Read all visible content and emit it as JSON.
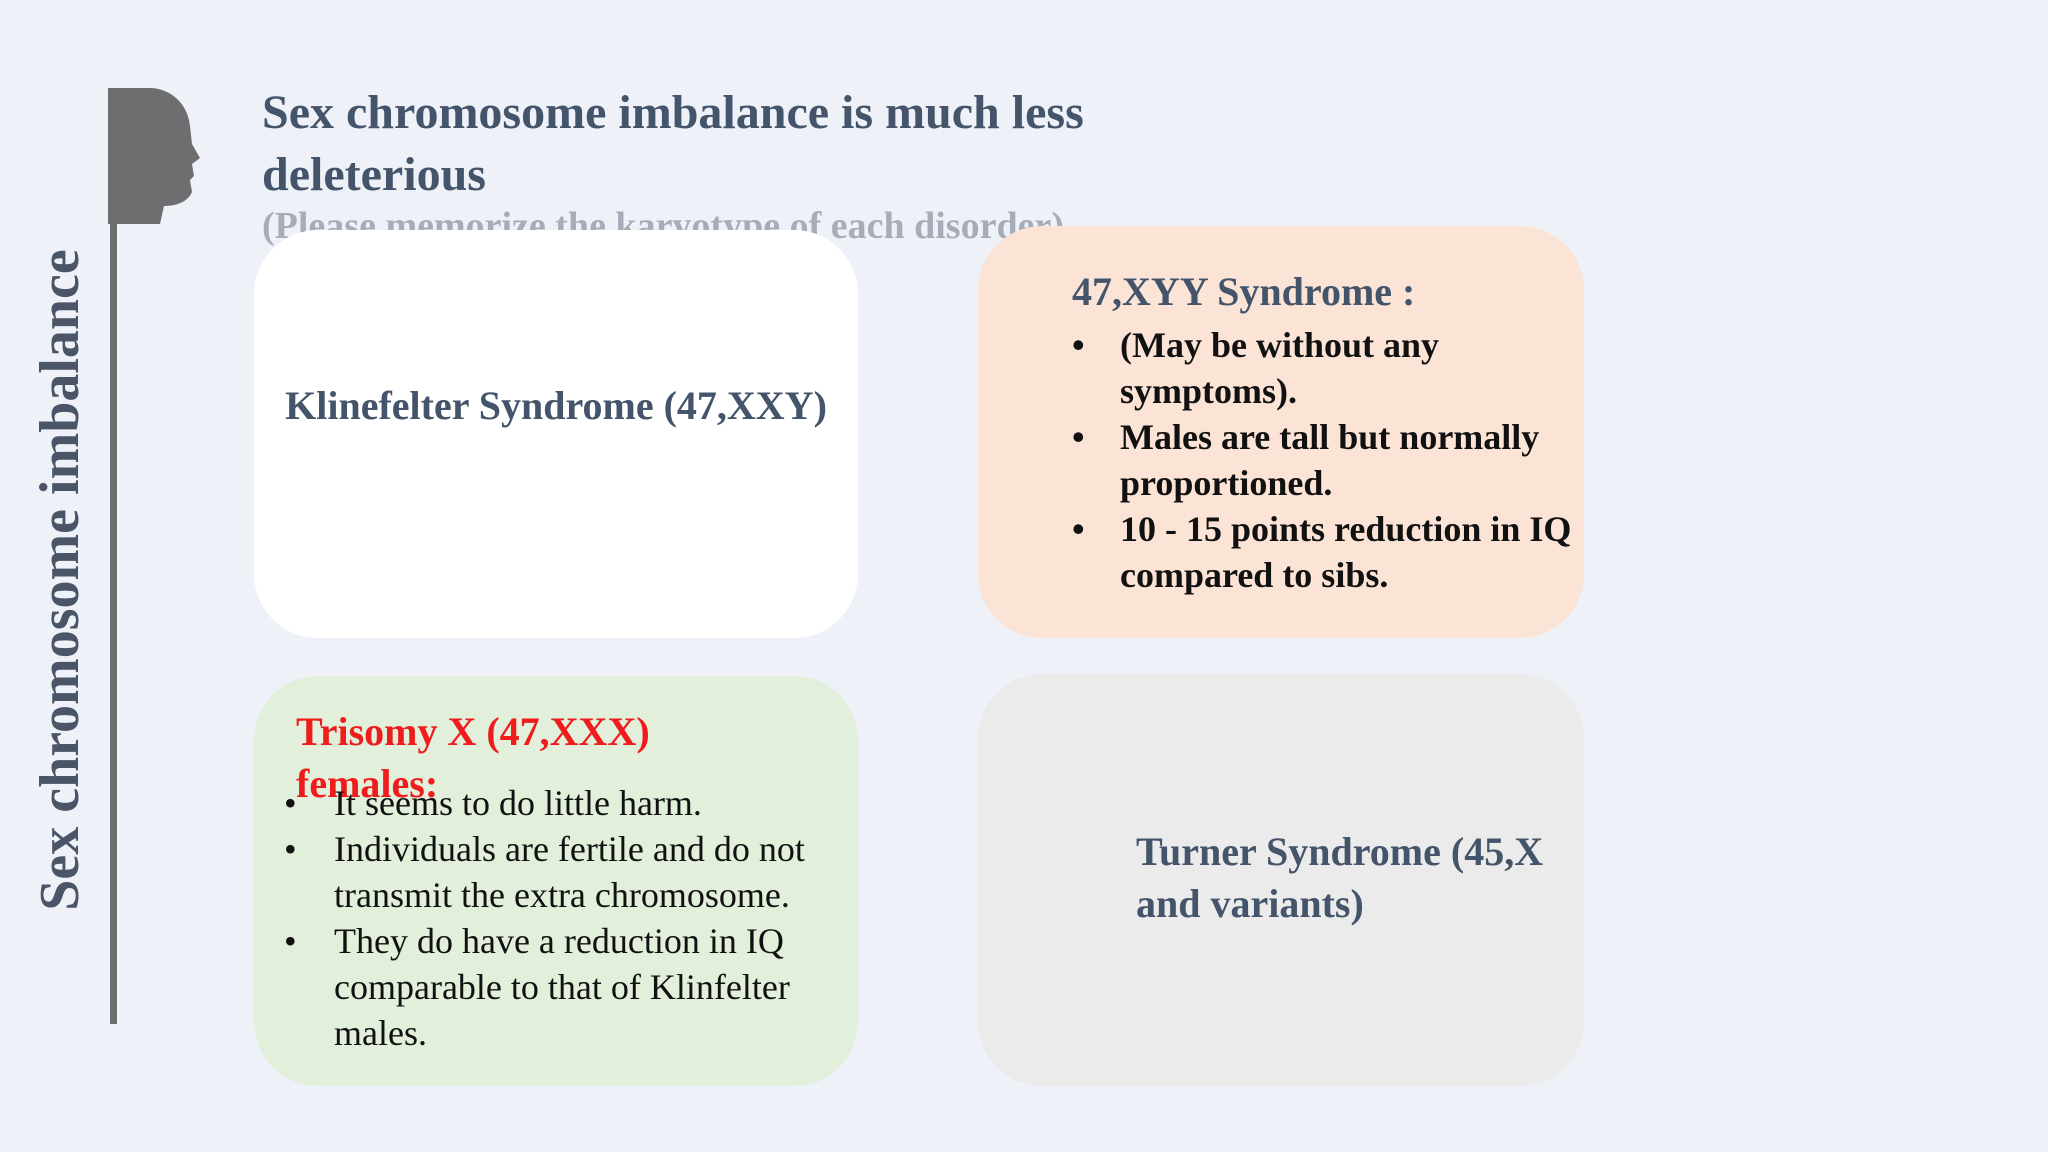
{
  "side_title": "Sex chromosome imbalance",
  "heading": "Sex chromosome imbalance is much less deleterious",
  "subnote": "(Please memorize the karyotype of each disorder)",
  "cards": {
    "klinefelter": {
      "title": "Klinefelter Syndrome (47,XXY)"
    },
    "xyy": {
      "title": "47,XYY Syndrome :",
      "bullets": [
        "(May be without any symptoms).",
        " Males are tall but normally proportioned.",
        "10 - 15 points reduction in IQ compared to sibs."
      ]
    },
    "trisomy_x": {
      "title": "Trisomy X (47,XXX) females:",
      "bullets": [
        "It seems to do little harm.",
        "Individuals are fertile and do not transmit the extra chromosome.",
        "They do have a reduction in IQ comparable to that of Klinfelter males."
      ]
    },
    "turner": {
      "title": "Turner Syndrome (45,X and variants)"
    }
  },
  "colors": {
    "background": "#eef2f8",
    "heading": "#44546a",
    "card_klinefelter": "#ffffff",
    "card_xyy": "#fbe3d6",
    "card_trisomy_x": "#e2efda",
    "card_turner": "#ebebeb",
    "trisomy_title": "#ee1c1c"
  },
  "icons": {
    "profile": "head-profile-silhouette-icon"
  }
}
